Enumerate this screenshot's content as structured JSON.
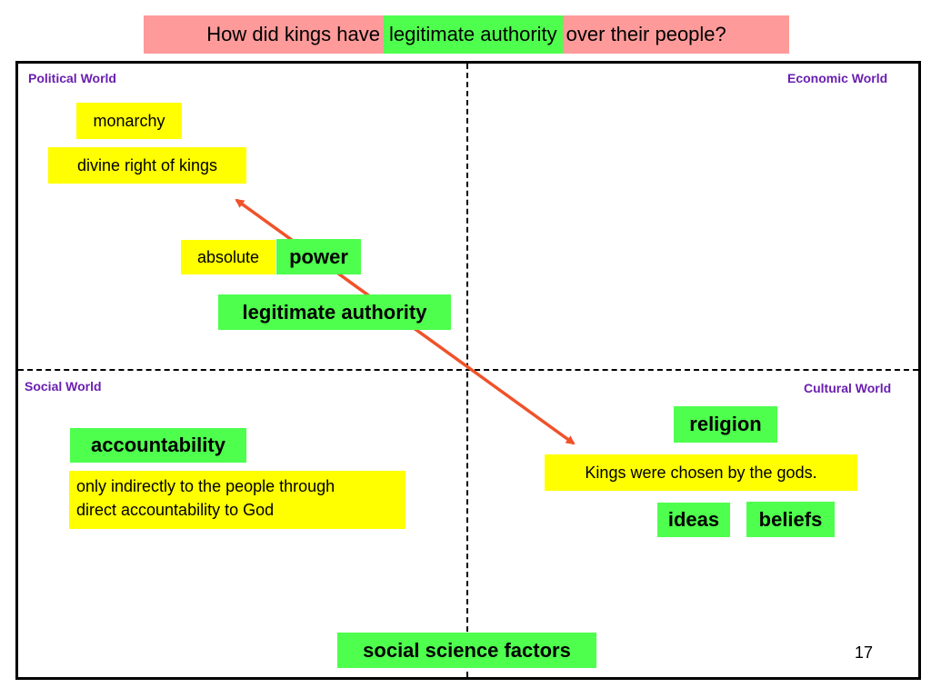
{
  "title": {
    "before": "How did kings have",
    "highlight": "legitimate authority",
    "after": "over their people?"
  },
  "quadrants": {
    "political": "Political World",
    "economic": "Economic World",
    "social": "Social World",
    "cultural": "Cultural World"
  },
  "terms": {
    "monarchy": "monarchy",
    "divine_right": "divine right of kings",
    "absolute": "absolute",
    "power": "power",
    "legitimate_authority": "legitimate authority",
    "accountability": "accountability",
    "accountability_note_line1": "only indirectly to the people through",
    "accountability_note_line2": "direct accountability to God",
    "religion": "religion",
    "kings_chosen": "Kings were chosen by the gods.",
    "ideas": "ideas",
    "beliefs": "beliefs",
    "social_science_factors": "social science factors"
  },
  "slide_number": "17",
  "colors": {
    "banner": "#ff9a9a",
    "highlight_green": "#4eff4e",
    "highlight_yellow": "#ffff00",
    "quadrant_label": "#6a1fb0",
    "arrow": "#f0522a"
  }
}
